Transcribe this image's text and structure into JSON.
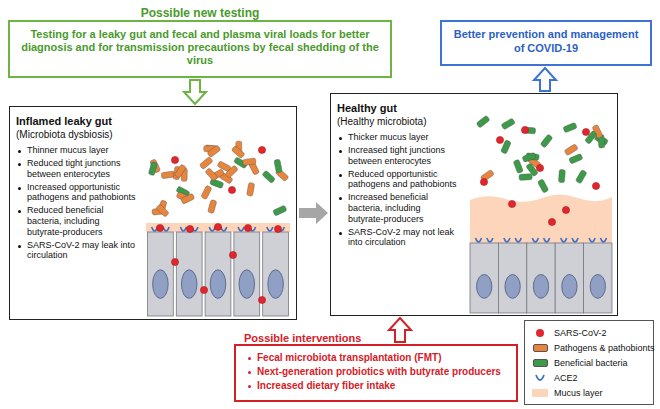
{
  "diagram": {
    "nodes": [
      {
        "text": [
          "Possible new testing",
          "Testing for a leaky gut and fecal and plasma viral loads for better diagnosis and for transmission precautions by fecal shedding of the virus"
        ]
      },
      {
        "text": [
          "Better prevention and management of COVID-19"
        ]
      },
      {
        "text": [
          "Inflamed leaky gut",
          "(Microbiota dysbiosis)",
          "Thinner mucus layer",
          "Reduced tight junctions between enterocytes",
          "Increased opportunistic pathogens and pathobionts",
          "Reduced beneficial bacteria, including butyrate-producers",
          "SARS-CoV-2 may leak into circulation"
        ]
      },
      {
        "text": [
          "Healthy gut",
          "(Healthy microbiota)",
          "Thicker mucus layer",
          "Increased tight junctions between enterocytes",
          "Reduced opportunistic pathogens and pathobionts",
          "Increased beneficial bacteria, including butyrate-producers",
          "SARS-CoV-2 may not leak into circulation"
        ]
      },
      {
        "text": [
          "Possible interventions",
          "Fecal microbiota transplantation (FMT)",
          "Next-generation probiotics with butyrate producers",
          "Increased dietary fiber intake"
        ]
      }
    ],
    "edges": [
      {
        "from": 0,
        "to": 2,
        "arrow": "to"
      },
      {
        "from": 3,
        "to": 1,
        "arrow": "to"
      },
      {
        "from": 2,
        "to": 3,
        "arrow": "to"
      },
      {
        "from": 4,
        "to": 3,
        "arrow": "to"
      }
    ],
    "legend": [
      {
        "text": "SARS-CoV-2",
        "color": "#e3262d"
      },
      {
        "text": "Pathogens & pathobionts",
        "color": "#e8853d"
      },
      {
        "text": "Beneficial bacteria",
        "color": "#3c9a48"
      },
      {
        "text": "ACE2"
      },
      {
        "text": "Mucus layer",
        "color": "#fcd5bb"
      }
    ]
  }
}
